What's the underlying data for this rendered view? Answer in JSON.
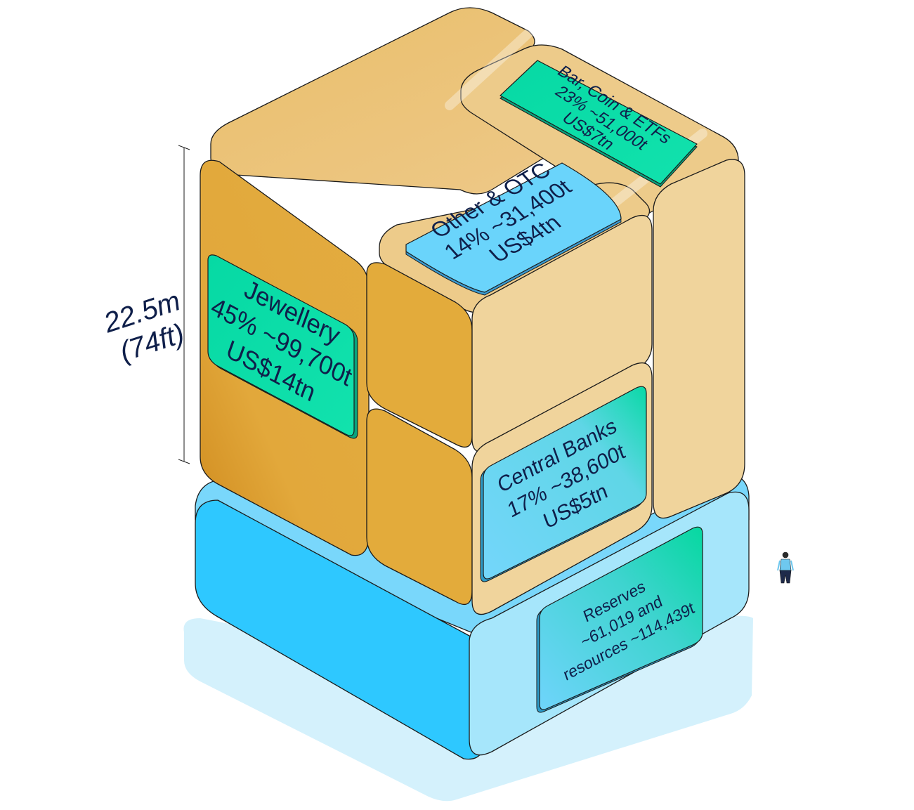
{
  "height_label": {
    "metres": "22.5m",
    "feet": "(74ft)"
  },
  "segments": {
    "jewellery": {
      "lines": [
        "Jewellery",
        "45% ~99,700t",
        "US$14tn"
      ]
    },
    "bar_coin_etfs": {
      "lines": [
        "Bar, Coin & ETFs",
        "23% ~51,000t",
        "US$7tn"
      ]
    },
    "other_otc": {
      "lines": [
        "Other & OTC",
        "14% ~31,400t",
        "US$4tn"
      ]
    },
    "central_banks": {
      "lines": [
        "Central Banks",
        "17% ~38,600t",
        "US$5tn"
      ]
    },
    "reserves": {
      "lines": [
        "Reserves",
        "~61,019 and",
        "resources ~114,439t"
      ]
    }
  },
  "colors": {
    "gold_dark": "#e0a838",
    "gold_mid": "#e3ab3b",
    "gold_light": "#edcb8a",
    "gold_pale": "#f0d49c",
    "blue_dark": "#2ec8ff",
    "blue_light": "#a6e6fb",
    "blue_pale": "#d4f1fc",
    "tag_green": "#07dba6",
    "tag_blue": "#6ad4fb",
    "outline": "#1b1b1b",
    "text": "#0f1f4a"
  },
  "icons": {
    "person": "person-figure-icon"
  }
}
